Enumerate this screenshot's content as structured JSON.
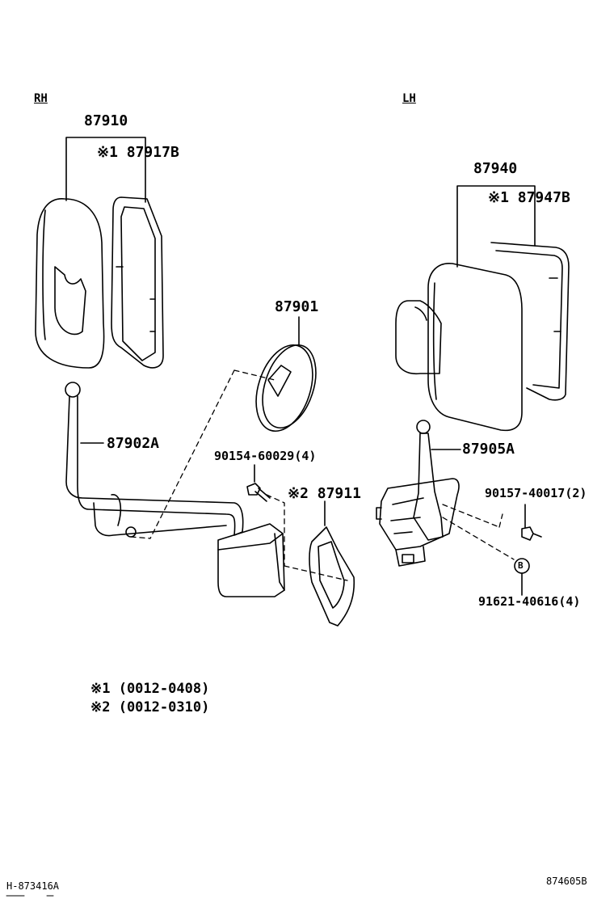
{
  "sides": {
    "rh": "RH",
    "lh": "LH"
  },
  "parts": {
    "p87910": "87910",
    "p87917b": "※1 87917B",
    "p87901": "87901",
    "p87902a": "87902A",
    "p90154": "90154-60029(4)",
    "p87911": "※2 87911",
    "p87940": "87940",
    "p87947b": "※1 87947B",
    "p87905a": "87905A",
    "p90157": "90157-40017(2)",
    "p91621": "91621-40616(4)",
    "b_marker": "B"
  },
  "notes": [
    "※1  (0012-0408)",
    "※2  (0012-0310)"
  ],
  "codes": {
    "left": "H-873416A",
    "right": "874605B"
  }
}
